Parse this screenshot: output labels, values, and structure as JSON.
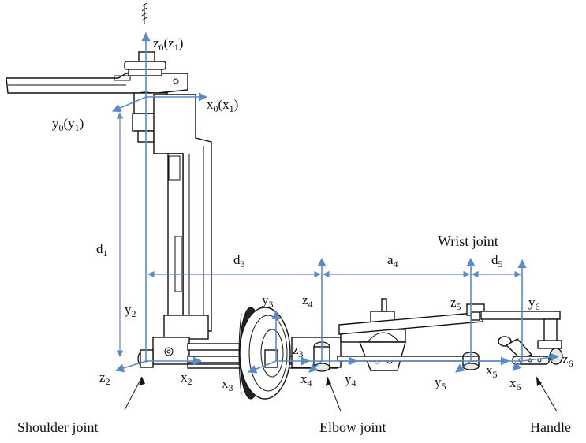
{
  "frames": {
    "z0": {
      "main": "z",
      "sub": "0",
      "paren_main": "z",
      "paren_sub": "1"
    },
    "x0": {
      "main": "x",
      "sub": "0",
      "paren_main": "x",
      "paren_sub": "1"
    },
    "y0": {
      "main": "y",
      "sub": "0",
      "paren_main": "y",
      "paren_sub": "1"
    },
    "y2": {
      "main": "y",
      "sub": "2"
    },
    "z2": {
      "main": "z",
      "sub": "2"
    },
    "x2": {
      "main": "x",
      "sub": "2"
    },
    "y3": {
      "main": "y",
      "sub": "3"
    },
    "x3": {
      "main": "x",
      "sub": "3"
    },
    "z3": {
      "main": "z",
      "sub": "3"
    },
    "z4": {
      "main": "z",
      "sub": "4"
    },
    "x4": {
      "main": "x",
      "sub": "4"
    },
    "y4": {
      "main": "y",
      "sub": "4"
    },
    "z5": {
      "main": "z",
      "sub": "5"
    },
    "y5": {
      "main": "y",
      "sub": "5"
    },
    "x5": {
      "main": "x",
      "sub": "5"
    },
    "y6": {
      "main": "y",
      "sub": "6"
    },
    "z6": {
      "main": "z",
      "sub": "6"
    },
    "x6": {
      "main": "x",
      "sub": "6"
    }
  },
  "dimensions": {
    "d1": {
      "main": "d",
      "sub": "1"
    },
    "d3": {
      "main": "d",
      "sub": "3"
    },
    "a4": {
      "main": "a",
      "sub": "4"
    },
    "d5": {
      "main": "d",
      "sub": "5"
    }
  },
  "captions": {
    "shoulder": "Shoulder joint",
    "elbow": "Elbow joint",
    "wrist": "Wrist joint",
    "handle": "Handle"
  },
  "colors": {
    "axis": "#5b8ac6",
    "mechanism": "#111111",
    "background": "#ffffff"
  }
}
